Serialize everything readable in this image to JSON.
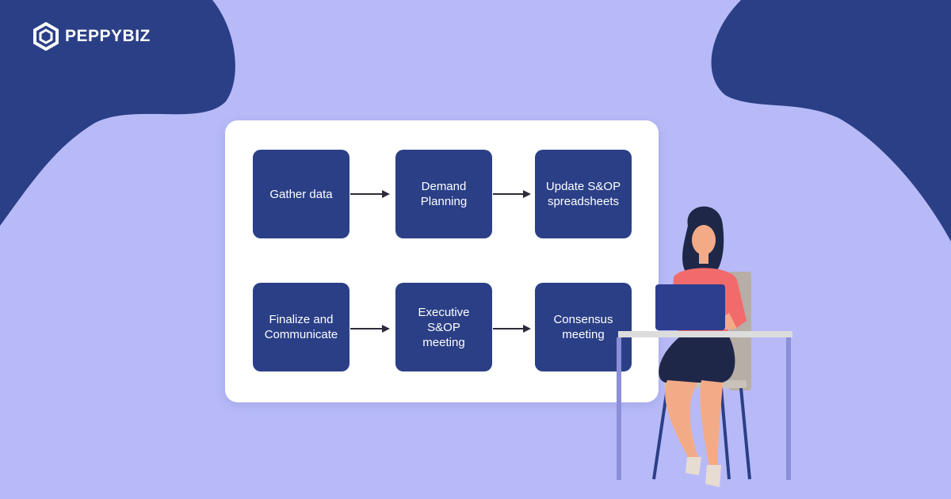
{
  "brand": {
    "name": "PEPPYBIZ",
    "logo_icon": "hexagon-logo-icon"
  },
  "flowchart": {
    "steps": [
      {
        "id": "gather-data",
        "label": "Gather data"
      },
      {
        "id": "demand-planning",
        "label": "Demand\nPlanning"
      },
      {
        "id": "update-spreadsheets",
        "label": "Update S&OP\nspreadsheets"
      },
      {
        "id": "finalize-communicate",
        "label": "Finalize and\nCommunicate"
      },
      {
        "id": "executive-meeting",
        "label": "Executive\nS&OP\nmeeting"
      },
      {
        "id": "consensus-meeting",
        "label": "Consensus\nmeeting"
      }
    ],
    "arrows": [
      {
        "from": "gather-data",
        "to": "demand-planning"
      },
      {
        "from": "demand-planning",
        "to": "update-spreadsheets"
      },
      {
        "from": "finalize-communicate",
        "to": "executive-meeting"
      },
      {
        "from": "executive-meeting",
        "to": "consensus-meeting"
      }
    ]
  },
  "illustration": "woman-at-laptop-illustration",
  "colors": {
    "background": "#b8baf8",
    "dark_blue": "#2a3f86",
    "card": "#ffffff",
    "shirt": "#f26b6b"
  }
}
